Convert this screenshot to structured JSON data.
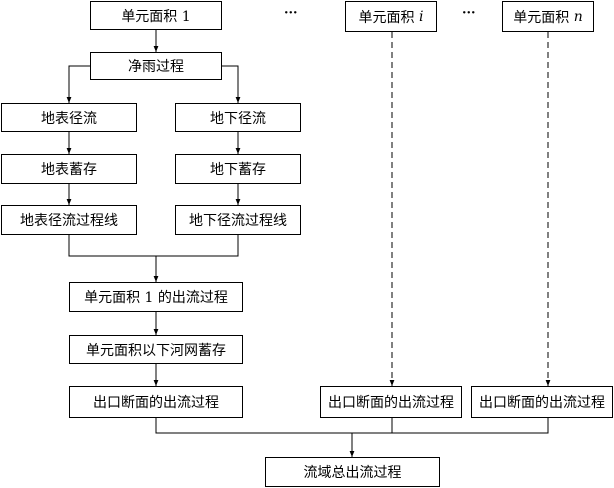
{
  "unit1": {
    "title": "单元面积 1"
  },
  "unit_i": {
    "prefix": "单元面积",
    "var": "i"
  },
  "unit_n": {
    "prefix": "单元面积",
    "var": "n"
  },
  "ellipsis": "···",
  "net_rain": "净雨过程",
  "left_branch": {
    "runoff": "地表径流",
    "storage": "地表蓄存",
    "hydrograph": "地表径流过程线"
  },
  "right_branch": {
    "runoff": "地下径流",
    "storage": "地下蓄存",
    "hydrograph": "地下径流过程线"
  },
  "unit1_outflow": "单元面积 1 的出流过程",
  "river_storage": "单元面积以下河网蓄存",
  "outlet_outflow": "出口断面的出流过程",
  "basin_outflow": "流域总出流过程"
}
